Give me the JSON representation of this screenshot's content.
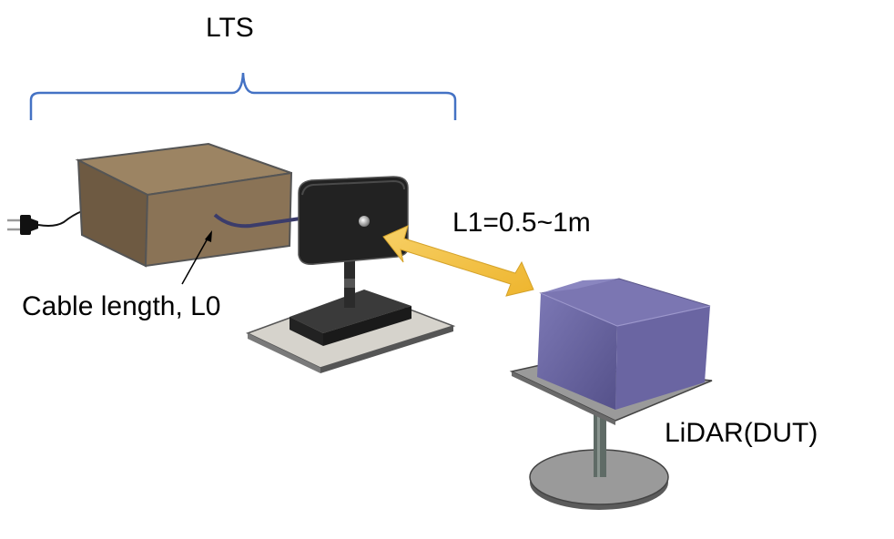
{
  "labels": {
    "lts": "LTS",
    "distance": "L1=0.5~1m",
    "cable": "Cable length, L0",
    "lidar": "LiDAR(DUT)"
  },
  "colors": {
    "bracket": "#4472c4",
    "lts_box_front": "#8a7356",
    "lts_box_top": "#9c8463",
    "lts_box_side": "#6e5a42",
    "emitter_body": "#222222",
    "cable": "#3b3c6b",
    "beam_arrow": "#f5c242",
    "lidar_box": "#6b66a3",
    "base_plate": "#9a9a9a",
    "stand_rod": "#5f6b66"
  },
  "icons": [
    "power-plug-icon",
    "pointer-arrow-icon",
    "double-headed-arrow-icon"
  ]
}
